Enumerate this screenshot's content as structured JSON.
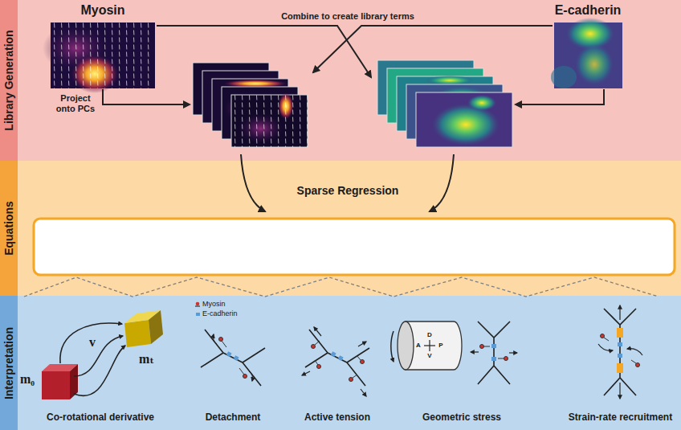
{
  "diagram": {
    "nodes": [
      {
        "text": [
          "Library Generation"
        ]
      },
      {
        "text": [
          "Equations"
        ]
      },
      {
        "text": [
          "Interpretation"
        ]
      },
      {
        "text": [
          "Myosin"
        ],
        "in": 0
      },
      {
        "text": [
          "E-cadherin"
        ],
        "in": 0
      },
      {
        "text": [
          "Co-rotational derivative"
        ],
        "in": 2
      },
      {
        "text": [
          "Detachment"
        ],
        "in": 2
      },
      {
        "text": [
          "Active tension"
        ],
        "in": 2
      },
      {
        "text": [
          "Geometric stress"
        ],
        "in": 2
      },
      {
        "text": [
          "Strain-rate recruitment"
        ],
        "in": 2
      }
    ],
    "labels": [
      "Combine to create library terms",
      "Project onto PCs",
      "Sparse Regression",
      "m₀",
      "v",
      "mₜ",
      "D",
      "A",
      "P",
      "V"
    ],
    "legend": [
      {
        "text": "Myosin"
      },
      {
        "text": "E-cadherin"
      }
    ]
  }
}
